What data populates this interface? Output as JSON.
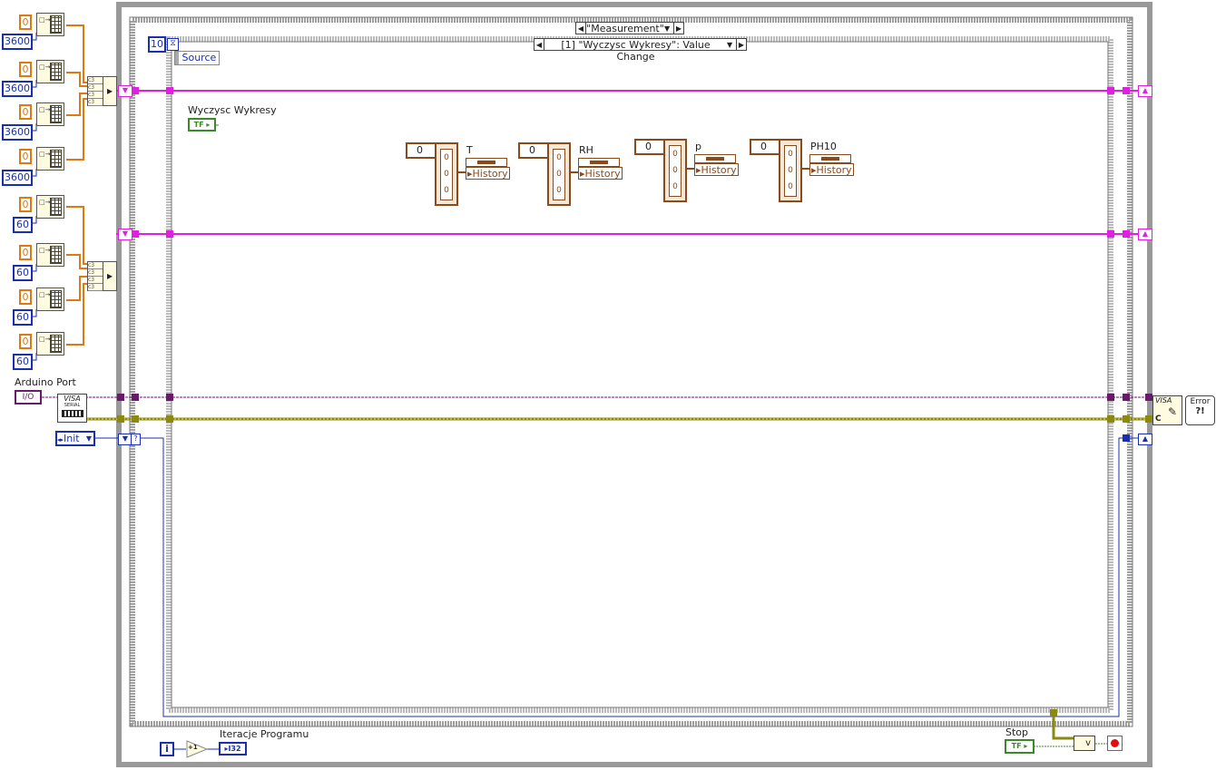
{
  "case_structure": {
    "selector_label": "\"Measurement\""
  },
  "event_structure": {
    "timeout_value": "10",
    "selector_label": "[1] \"Wyczysc Wykresy\": Value Change",
    "source_label": "Source"
  },
  "left_top_group": {
    "zero_value": "0",
    "constants": [
      "3600",
      "3600",
      "3600",
      "3600"
    ]
  },
  "left_mid_group": {
    "zero_value": "0",
    "constants": [
      "60",
      "60",
      "60",
      "60"
    ]
  },
  "arduino": {
    "label": "Arduino Port",
    "io_text": "I/O",
    "visa_text": "VISA",
    "serial_text": "SERIAL"
  },
  "init_enum": {
    "value": "Init"
  },
  "wyczysc": {
    "label": "Wyczysc Wykresy",
    "bool_text": "TF"
  },
  "charts": [
    {
      "name": "T",
      "index": "0",
      "property": "History",
      "zeros": [
        "0",
        "0",
        "0"
      ]
    },
    {
      "name": "RH",
      "index": "0",
      "property": "History",
      "zeros": [
        "0",
        "0",
        "0"
      ]
    },
    {
      "name": "p",
      "index": "0",
      "property": "History",
      "zeros": [
        "0",
        "0",
        "0"
      ]
    },
    {
      "name": "PH10",
      "index": "0",
      "property": "History",
      "zeros": [
        "0",
        "0",
        "0"
      ]
    }
  ],
  "iteration": {
    "i_label": "i",
    "increment": "+1",
    "indicator_label": "Iteracje Programu",
    "type": "I32"
  },
  "stop": {
    "label": "Stop",
    "bool_text": "TF",
    "or_text": "v"
  },
  "visa_close": {
    "text": "VISA",
    "c_text": "C"
  },
  "error": {
    "text": "Error",
    "sub": "?!"
  },
  "colors": {
    "pink_wire": "#e020e0",
    "purple_wire": "#6a1a6a",
    "olive_wire": "#8a8a10",
    "orange_wire": "#e07a10",
    "blue_wire": "#1a2fb0",
    "frame_gray": "#999999"
  }
}
